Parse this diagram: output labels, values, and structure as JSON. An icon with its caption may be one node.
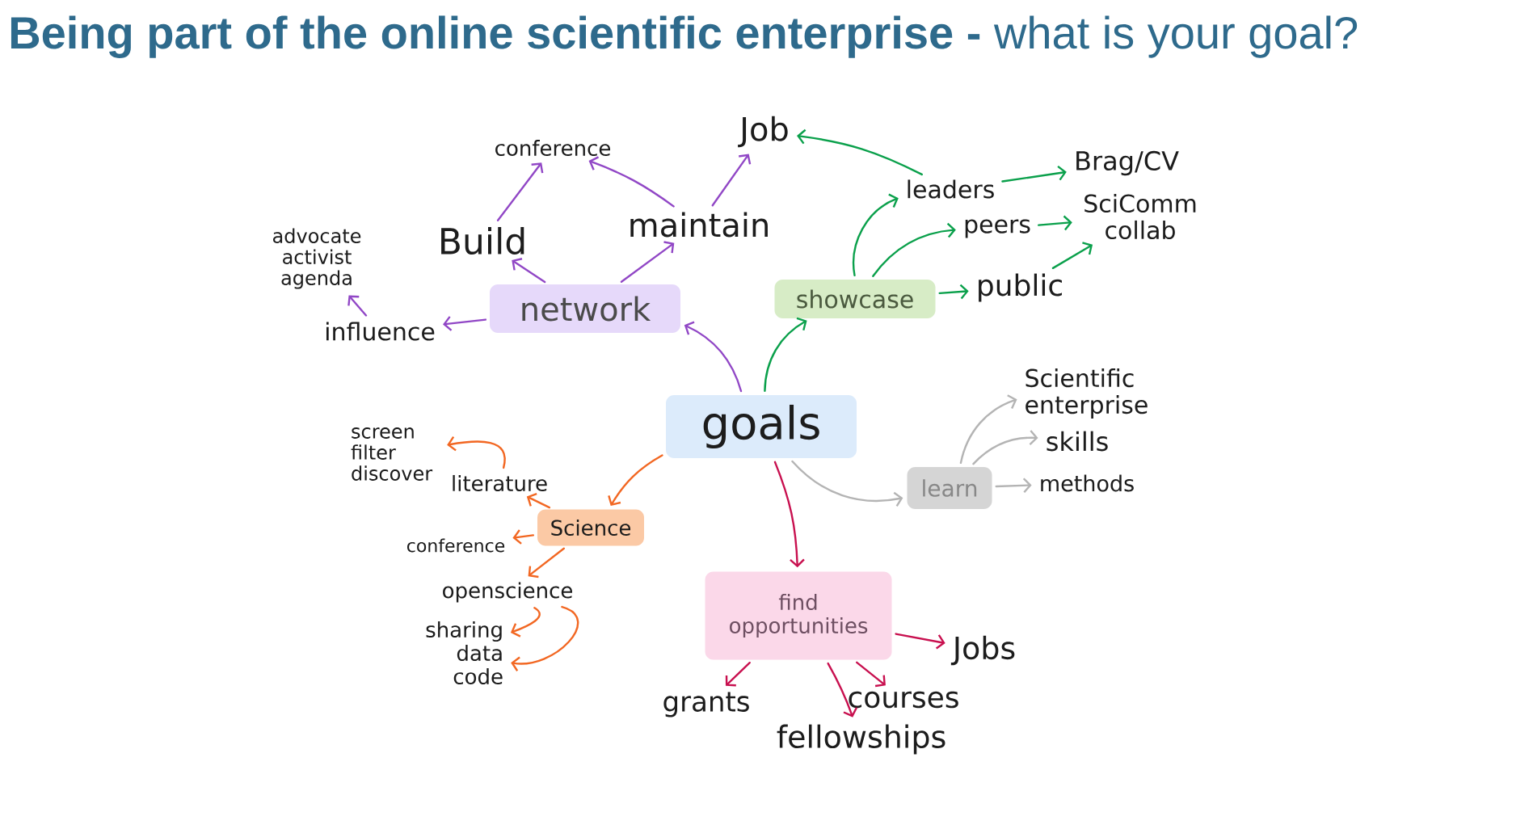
{
  "diagram": {
    "title": "**Being part of the online scientific enterprise -** what is your goal?",
    "nodes": [
      {
        "text": [
          "conference"
        ]
      },
      {
        "text": [
          "Job"
        ]
      },
      {
        "text": [
          "Brag/CV"
        ]
      },
      {
        "text": [
          "advocate activist agenda"
        ]
      },
      {
        "text": [
          "Build"
        ]
      },
      {
        "text": [
          "maintain"
        ]
      },
      {
        "text": [
          "leaders"
        ]
      },
      {
        "text": [
          "SciComm collab"
        ]
      },
      {
        "text": [
          "peers"
        ]
      },
      {
        "text": [
          "network"
        ]
      },
      {
        "text": [
          "influence"
        ]
      },
      {
        "text": [
          "showcase"
        ]
      },
      {
        "text": [
          "public"
        ]
      },
      {
        "text": [
          "goals"
        ]
      },
      {
        "text": [
          "Scientific enterprise"
        ]
      },
      {
        "text": [
          "skills"
        ]
      },
      {
        "text": [
          "methods"
        ]
      },
      {
        "text": [
          "learn"
        ]
      },
      {
        "text": [
          "screen filter discover"
        ]
      },
      {
        "text": [
          "literature"
        ]
      },
      {
        "text": [
          "Science"
        ]
      },
      {
        "text": [
          "conference"
        ]
      },
      {
        "text": [
          "openscience"
        ]
      },
      {
        "text": [
          "sharing data code"
        ]
      },
      {
        "text": [
          "find opportunities"
        ]
      },
      {
        "text": [
          "Jobs"
        ]
      },
      {
        "text": [
          "grants"
        ]
      },
      {
        "text": [
          "courses"
        ]
      },
      {
        "text": [
          "fellowships"
        ]
      }
    ],
    "edges": [
      {
        "from": 13,
        "to": 9,
        "arrow": "to",
        "color": "#9147c6"
      },
      {
        "from": 9,
        "to": 10,
        "arrow": "to",
        "color": "#9147c6"
      },
      {
        "from": 9,
        "to": 4,
        "arrow": "to",
        "color": "#9147c6"
      },
      {
        "from": 9,
        "to": 5,
        "arrow": "to",
        "color": "#9147c6"
      },
      {
        "from": 10,
        "to": 3,
        "arrow": "to",
        "color": "#9147c6"
      },
      {
        "from": 4,
        "to": 0,
        "arrow": "to",
        "color": "#9147c6"
      },
      {
        "from": 5,
        "to": 0,
        "arrow": "to",
        "color": "#9147c6"
      },
      {
        "from": 5,
        "to": 1,
        "arrow": "to",
        "color": "#9147c6"
      },
      {
        "from": 13,
        "to": 11,
        "arrow": "to",
        "color": "#0aa04b"
      },
      {
        "from": 11,
        "to": 6,
        "arrow": "to",
        "color": "#0aa04b"
      },
      {
        "from": 11,
        "to": 8,
        "arrow": "to",
        "color": "#0aa04b"
      },
      {
        "from": 11,
        "to": 12,
        "arrow": "to",
        "color": "#0aa04b"
      },
      {
        "from": 6,
        "to": 1,
        "arrow": "to",
        "color": "#0aa04b"
      },
      {
        "from": 6,
        "to": 2,
        "arrow": "to",
        "color": "#0aa04b"
      },
      {
        "from": 8,
        "to": 7,
        "arrow": "to",
        "color": "#0aa04b"
      },
      {
        "from": 12,
        "to": 7,
        "arrow": "to",
        "color": "#0aa04b"
      },
      {
        "from": 13,
        "to": 17,
        "arrow": "to",
        "color": "#b4b4b4"
      },
      {
        "from": 17,
        "to": 14,
        "arrow": "to",
        "color": "#b4b4b4"
      },
      {
        "from": 17,
        "to": 15,
        "arrow": "to",
        "color": "#b4b4b4"
      },
      {
        "from": 17,
        "to": 16,
        "arrow": "to",
        "color": "#b4b4b4"
      },
      {
        "from": 13,
        "to": 20,
        "arrow": "to",
        "color": "#f26722"
      },
      {
        "from": 19,
        "to": 18,
        "arrow": "to",
        "color": "#f26722"
      },
      {
        "from": 20,
        "to": 19,
        "arrow": "to",
        "color": "#f26722"
      },
      {
        "from": 20,
        "to": 21,
        "arrow": "to",
        "color": "#f26722"
      },
      {
        "from": 20,
        "to": 22,
        "arrow": "to",
        "color": "#f26722"
      },
      {
        "from": 22,
        "to": 23,
        "arrow": "to",
        "color": "#f26722"
      },
      {
        "from": 22,
        "to": 23,
        "arrow": "to",
        "color": "#f26722"
      },
      {
        "from": 13,
        "to": 24,
        "arrow": "to",
        "color": "#c8104f"
      },
      {
        "from": 24,
        "to": 25,
        "arrow": "to",
        "color": "#c8104f"
      },
      {
        "from": 24,
        "to": 26,
        "arrow": "to",
        "color": "#c8104f"
      },
      {
        "from": 24,
        "to": 28,
        "arrow": "to",
        "color": "#c8104f"
      },
      {
        "from": 24,
        "to": 27,
        "arrow": "to",
        "color": "#c8104f"
      }
    ]
  }
}
